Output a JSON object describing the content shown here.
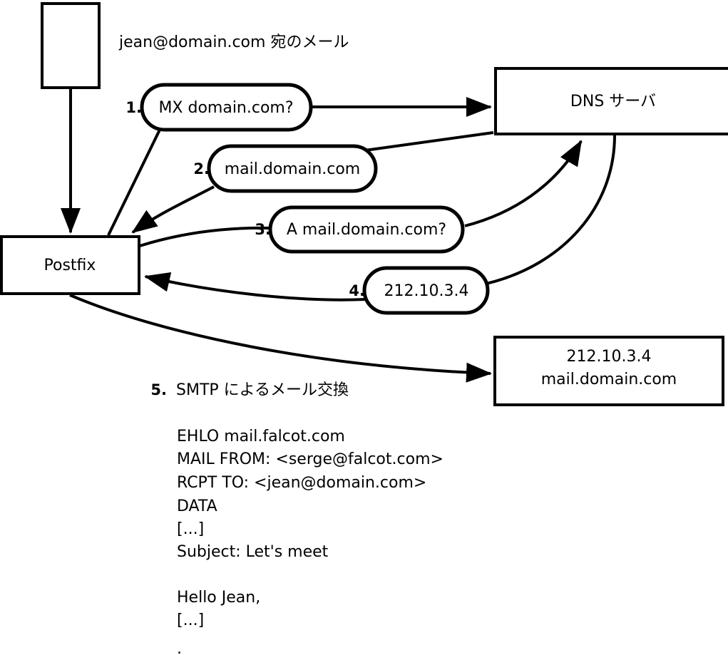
{
  "diagram": {
    "title_caption": "jean@domain.com 宛のメール",
    "nodes": [
      {
        "id": "client",
        "label": ""
      },
      {
        "id": "postfix",
        "label": "Postfix"
      },
      {
        "id": "dns",
        "label": "DNS サーバ"
      },
      {
        "id": "mailserver",
        "line1": "212.10.3.4",
        "line2": "mail.domain.com"
      }
    ],
    "steps": [
      {
        "number": "1.",
        "label": "MX domain.com?"
      },
      {
        "number": "2.",
        "label": "mail.domain.com"
      },
      {
        "number": "3.",
        "label": "A mail.domain.com?"
      },
      {
        "number": "4.",
        "label": "212.10.3.4"
      },
      {
        "number": "5.",
        "label": "SMTP によるメール交換"
      }
    ],
    "transcript": [
      "EHLO mail.falcot.com",
      "MAIL FROM: <serge@falcot.com>",
      "RCPT TO: <jean@domain.com>",
      "DATA",
      "[...]",
      "Subject: Let's meet",
      "",
      "Hello Jean,",
      "[...]",
      "."
    ]
  }
}
